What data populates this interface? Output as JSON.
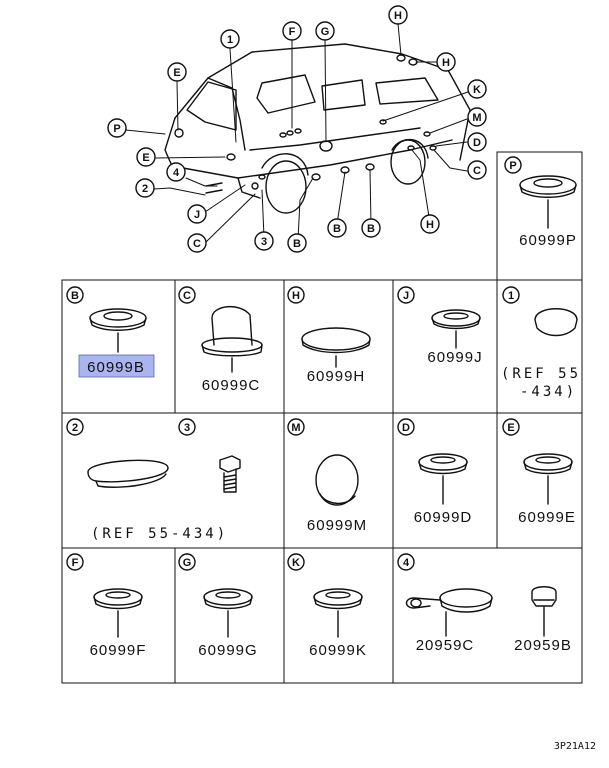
{
  "callouts": {
    "B": "B",
    "C": "C",
    "D": "D",
    "E": "E",
    "F": "F",
    "G": "G",
    "H": "H",
    "J": "J",
    "K": "K",
    "M": "M",
    "P": "P",
    "n1": "1",
    "n2": "2",
    "n3": "3",
    "n4": "4"
  },
  "parts": {
    "p": "60999P",
    "b": "60999B",
    "c": "60999C",
    "h": "60999H",
    "j": "60999J",
    "n1_ref_line1": "(REF 55",
    "n1_ref_line2": "-434)",
    "n2_ref": "(REF 55-434)",
    "m": "60999M",
    "d": "60999D",
    "e": "60999E",
    "f": "60999F",
    "g": "60999G",
    "k": "60999K",
    "c4": "20959C",
    "b4": "20959B"
  },
  "footer_code": "3P21A12",
  "colors": {
    "highlight": "#aab4ee",
    "line": "#111111"
  }
}
